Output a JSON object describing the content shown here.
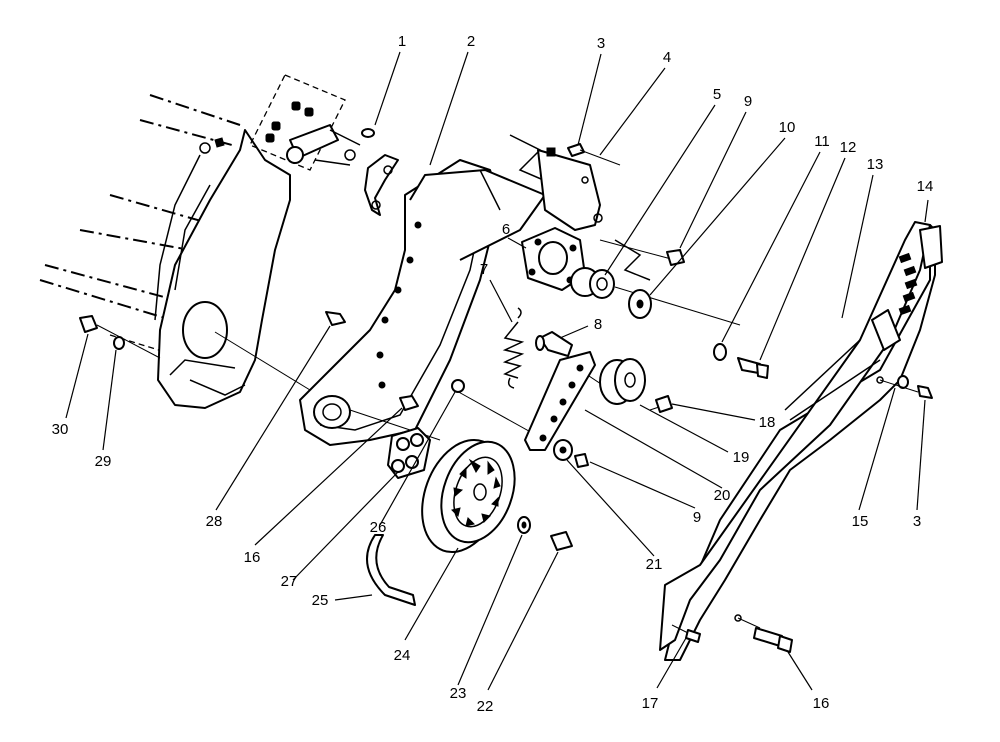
{
  "callouts": [
    {
      "id": "1",
      "text": "1"
    },
    {
      "id": "2",
      "text": "2"
    },
    {
      "id": "3a",
      "text": "3"
    },
    {
      "id": "4",
      "text": "4"
    },
    {
      "id": "5",
      "text": "5"
    },
    {
      "id": "9a",
      "text": "9"
    },
    {
      "id": "10",
      "text": "10"
    },
    {
      "id": "11",
      "text": "11"
    },
    {
      "id": "12",
      "text": "12"
    },
    {
      "id": "13",
      "text": "13"
    },
    {
      "id": "14",
      "text": "14"
    },
    {
      "id": "6",
      "text": "6"
    },
    {
      "id": "7",
      "text": "7"
    },
    {
      "id": "8",
      "text": "8"
    },
    {
      "id": "18",
      "text": "18"
    },
    {
      "id": "19",
      "text": "19"
    },
    {
      "id": "20",
      "text": "20"
    },
    {
      "id": "9b",
      "text": "9"
    },
    {
      "id": "21",
      "text": "21"
    },
    {
      "id": "15",
      "text": "15"
    },
    {
      "id": "3b",
      "text": "3"
    },
    {
      "id": "30",
      "text": "30"
    },
    {
      "id": "29",
      "text": "29"
    },
    {
      "id": "28",
      "text": "28"
    },
    {
      "id": "16a",
      "text": "16"
    },
    {
      "id": "27",
      "text": "27"
    },
    {
      "id": "26",
      "text": "26"
    },
    {
      "id": "25",
      "text": "25"
    },
    {
      "id": "24",
      "text": "24"
    },
    {
      "id": "23",
      "text": "23"
    },
    {
      "id": "22",
      "text": "22"
    },
    {
      "id": "17",
      "text": "17"
    },
    {
      "id": "16b",
      "text": "16"
    }
  ]
}
